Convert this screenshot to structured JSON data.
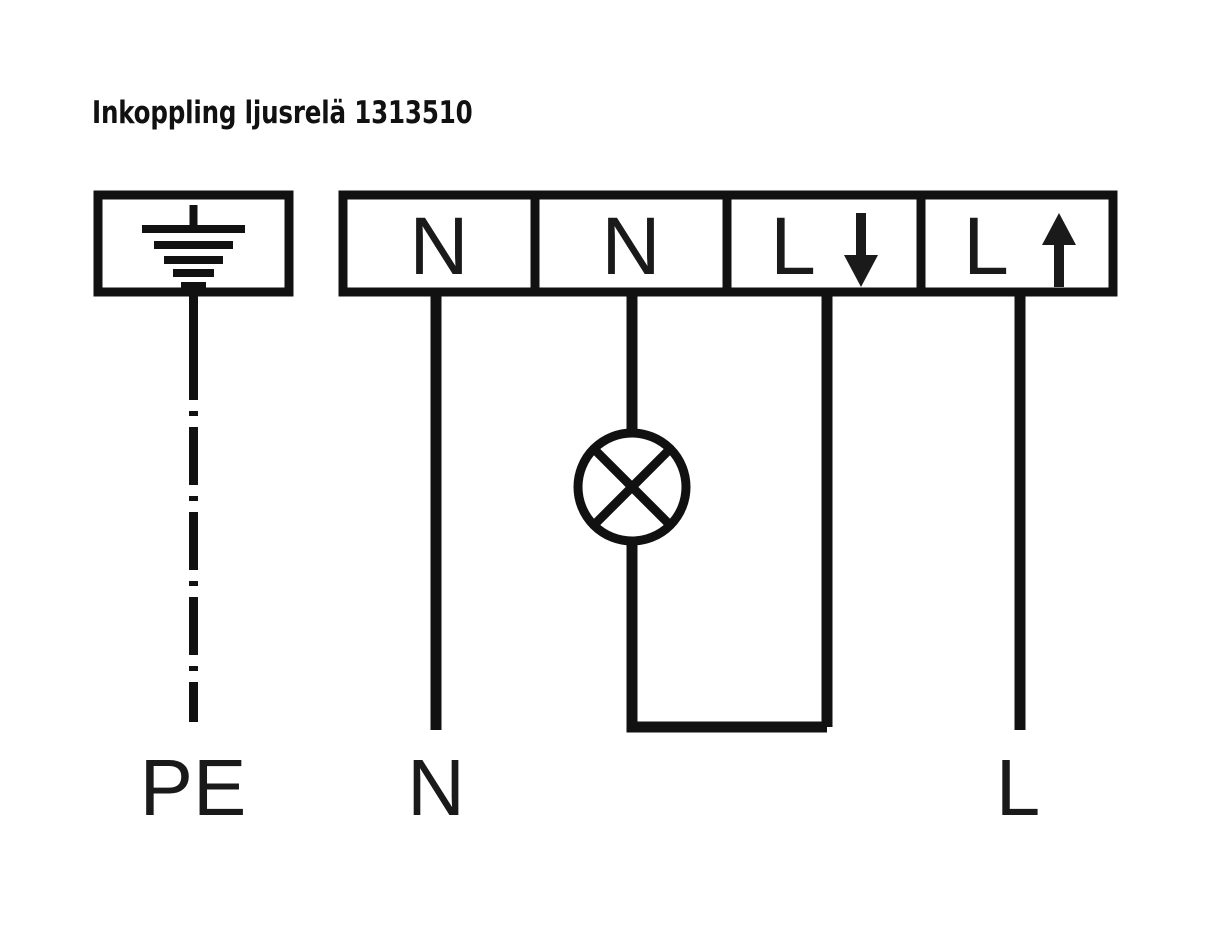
{
  "page": {
    "title": "Inkoppling ljusrelä 1313510",
    "background_color": "#ffffff",
    "ink_color": "#111111"
  },
  "diagram": {
    "kind": "electrical-wiring-diagram",
    "earth_block": {
      "symbol_name": "protective-earth-symbol",
      "bar_count": 5
    },
    "terminal_block": {
      "terminals": [
        {
          "id": "terminal-1",
          "label": "N",
          "arrow": "",
          "wire_name": "neutral-wire"
        },
        {
          "id": "terminal-2",
          "label": "N",
          "arrow": "",
          "wire_name": "lamp-neutral-wire"
        },
        {
          "id": "terminal-3",
          "label": "L",
          "arrow": "↓",
          "arrow_name": "arrow-down-icon",
          "wire_name": "lamp-live-return-wire"
        },
        {
          "id": "terminal-4",
          "label": "L",
          "arrow": "↑",
          "arrow_name": "arrow-up-icon",
          "wire_name": "live-supply-wire"
        }
      ]
    },
    "lamp": {
      "symbol_name": "lamp-symbol",
      "description": "circle with diagonal cross"
    },
    "rail_labels": [
      {
        "id": "label-pe",
        "text": "PE",
        "line_style": "dash-dot"
      },
      {
        "id": "label-n",
        "text": "N",
        "line_style": "solid"
      },
      {
        "id": "label-l",
        "text": "L",
        "line_style": "solid"
      }
    ]
  }
}
